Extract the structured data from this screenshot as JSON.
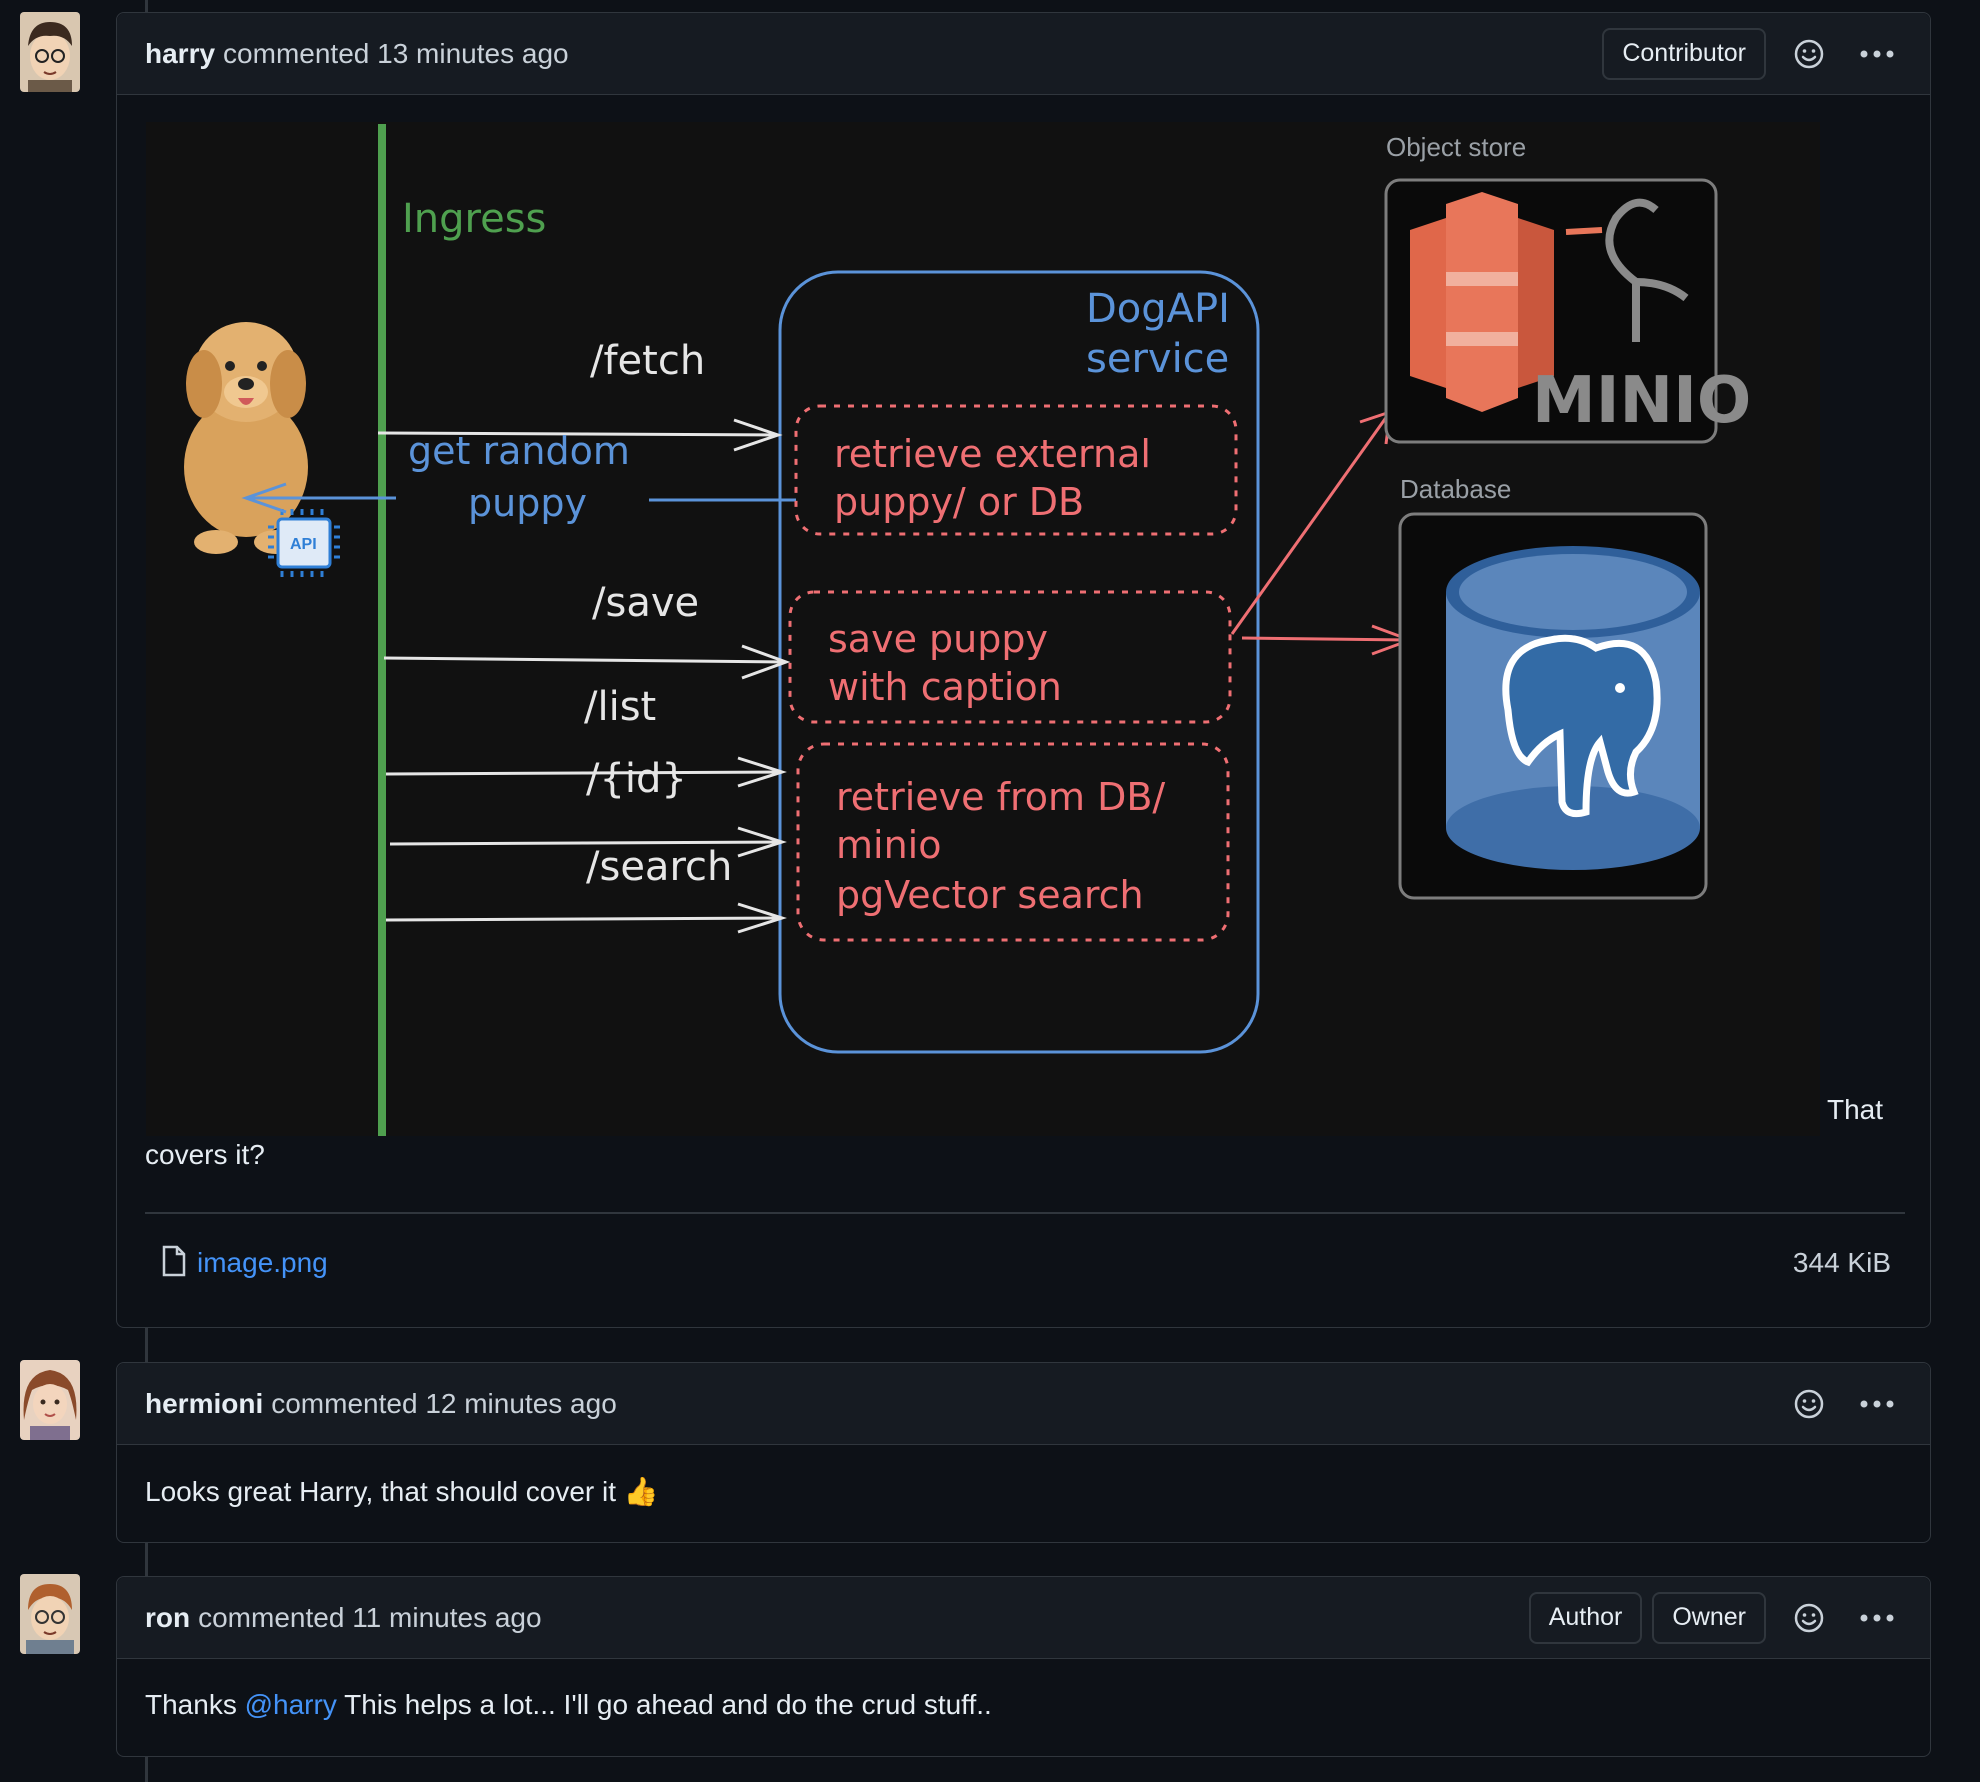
{
  "comments": [
    {
      "author": "harry",
      "action": "commented",
      "time": "13 minutes ago",
      "badges": [
        "Contributor"
      ],
      "text_after_image_1": "That",
      "text_after_image_2": "covers it?",
      "attachment": {
        "name": "image.png",
        "size": "344 KiB"
      }
    },
    {
      "author": "hermioni",
      "action": "commented",
      "time": "12 minutes ago",
      "badges": [],
      "text": "Looks great Harry, that should cover it",
      "emoji": "👍"
    },
    {
      "author": "ron",
      "action": "commented",
      "time": "11 minutes ago",
      "badges": [
        "Author",
        "Owner"
      ],
      "text_pre": "Thanks",
      "mention": "@harry",
      "text_post": "This helps a lot... I'll go ahead and do the crud stuff.."
    }
  ],
  "diagram": {
    "ingress": "Ingress",
    "service_line1": "DogAPI",
    "service_line2": "service",
    "fetch": "/fetch",
    "random_line1": "get random",
    "random_line2": "puppy",
    "save": "/save",
    "list": "/list",
    "id": "/{id}",
    "search": "/search",
    "box1_line1": "retrieve external",
    "box1_line2": "puppy/ or DB",
    "box2_line1": "save puppy",
    "box2_line2": "with caption",
    "box3_line1": "retrieve from DB/",
    "box3_line2": "minio",
    "box3_line3": "pgVector search",
    "object_store_label": "Object store",
    "minio_text": "MINIO",
    "database_label": "Database",
    "api_chip": "API"
  },
  "colors": {
    "bg": "#0d1117",
    "header": "#161b22",
    "border": "#30363d",
    "link": "#4493f8",
    "ingress": "#4fa04f",
    "service": "#5b93d9",
    "box": "#ef6f73"
  }
}
